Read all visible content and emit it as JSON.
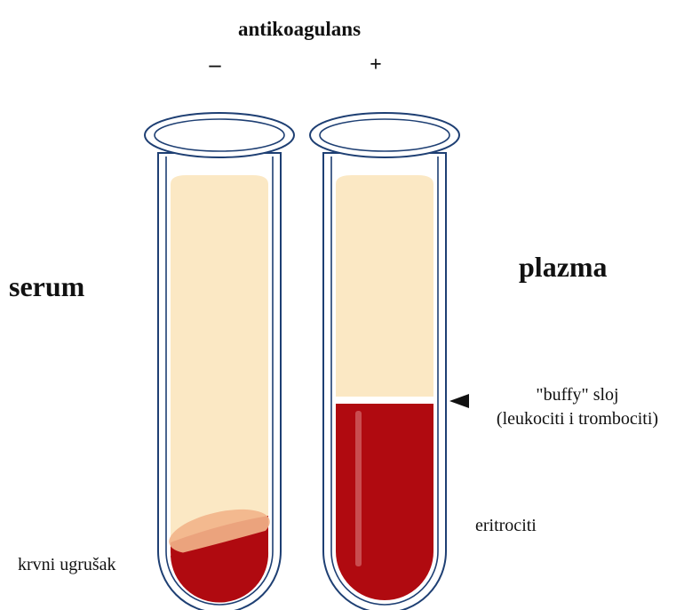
{
  "labels": {
    "title": "antikoagulans",
    "minus": "–",
    "plus": "+",
    "serum": "serum",
    "plazma": "plazma",
    "buffy_line1": "\"buffy\" sloj",
    "buffy_line2": "(leukociti i trombociti)",
    "eritrociti": "eritrociti",
    "clot": "krvni ugrušak"
  },
  "colors": {
    "plasma": "#fbe8c4",
    "blood": "#b00a10",
    "clot_highlight": "#f2b48a",
    "glass_outline": "#1e3f73",
    "glass_fill": "#ffffff"
  }
}
